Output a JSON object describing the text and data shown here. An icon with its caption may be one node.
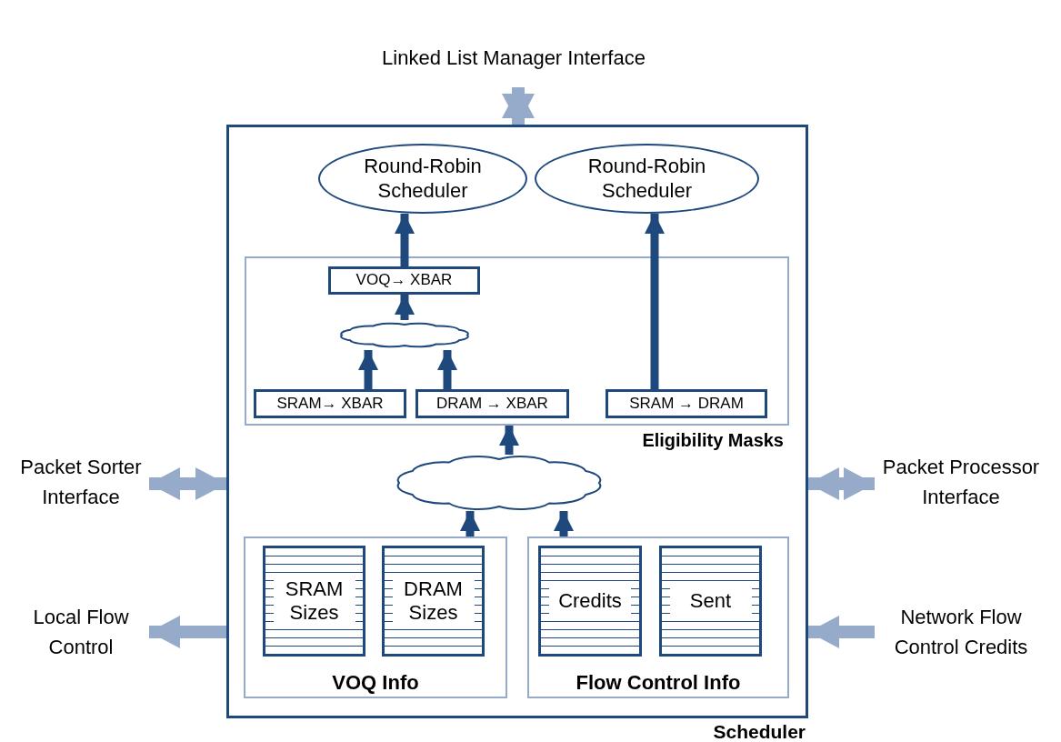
{
  "diagram": {
    "nodes": [
      {
        "text": [
          "Scheduler"
        ]
      },
      {
        "text": [
          "Round-Robin Scheduler"
        ],
        "in": 0
      },
      {
        "text": [
          "Round-Robin Scheduler"
        ],
        "in": 0
      },
      {
        "text": [
          "Eligibility Masks"
        ],
        "in": 0
      },
      {
        "text": [
          "VOQ→ XBAR"
        ],
        "in": 3
      },
      {
        "text": [],
        "shape": "cloud",
        "in": 3
      },
      {
        "text": [
          "SRAM→ XBAR"
        ],
        "in": 3
      },
      {
        "text": [
          "DRAM → XBAR"
        ],
        "in": 3
      },
      {
        "text": [
          "SRAM → DRAM"
        ],
        "in": 3
      },
      {
        "text": [],
        "shape": "cloud",
        "in": 0
      },
      {
        "text": [
          "VOQ Info"
        ],
        "in": 0
      },
      {
        "text": [
          "SRAM Sizes"
        ],
        "in": 10
      },
      {
        "text": [
          "DRAM Sizes"
        ],
        "in": 10
      },
      {
        "text": [
          "Flow Control Info"
        ],
        "in": 0
      },
      {
        "text": [
          "Credits"
        ],
        "in": 13
      },
      {
        "text": [
          "Sent"
        ],
        "in": 13
      },
      {
        "text": [
          "Linked List Manager Interface"
        ]
      },
      {
        "text": [
          "Packet Sorter Interface"
        ]
      },
      {
        "text": [
          "Packet Processor Interface"
        ]
      },
      {
        "text": [
          "Local Flow Control"
        ]
      },
      {
        "text": [
          "Network Flow Control Credits"
        ]
      }
    ],
    "edges": [
      {
        "from": 4,
        "to": 1,
        "arrow": "to"
      },
      {
        "from": 5,
        "to": 4,
        "arrow": "to"
      },
      {
        "from": 6,
        "to": 5,
        "arrow": "to"
      },
      {
        "from": 7,
        "to": 5,
        "arrow": "to"
      },
      {
        "from": 8,
        "to": 2,
        "arrow": "to"
      },
      {
        "from": 9,
        "to": 3,
        "arrow": "to"
      },
      {
        "from": 10,
        "to": 9,
        "arrow": "to"
      },
      {
        "from": 13,
        "to": 9,
        "arrow": "to"
      },
      {
        "from": 16,
        "to": 0,
        "arrow": "both",
        "color": "#95abc9"
      },
      {
        "from": 17,
        "to": 0,
        "arrow": "both",
        "color": "#95abc9"
      },
      {
        "from": 18,
        "to": 0,
        "arrow": "both",
        "color": "#95abc9"
      },
      {
        "from": 0,
        "to": 19,
        "arrow": "to",
        "color": "#95abc9"
      },
      {
        "from": 20,
        "to": 0,
        "arrow": "to",
        "color": "#95abc9"
      }
    ]
  }
}
